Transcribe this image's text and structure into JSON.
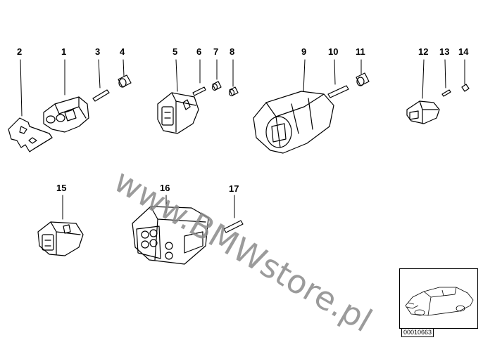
{
  "parts": [
    {
      "label": "2"
    },
    {
      "label": "1"
    },
    {
      "label": "3"
    },
    {
      "label": "4"
    },
    {
      "label": "5"
    },
    {
      "label": "6"
    },
    {
      "label": "7"
    },
    {
      "label": "8"
    },
    {
      "label": "9"
    },
    {
      "label": "10"
    },
    {
      "label": "11"
    },
    {
      "label": "12"
    },
    {
      "label": "13"
    },
    {
      "label": "14"
    },
    {
      "label": "15"
    },
    {
      "label": "16"
    },
    {
      "label": "17"
    }
  ],
  "watermark": "www.BMWstore.pl",
  "reference_number": "00010663"
}
